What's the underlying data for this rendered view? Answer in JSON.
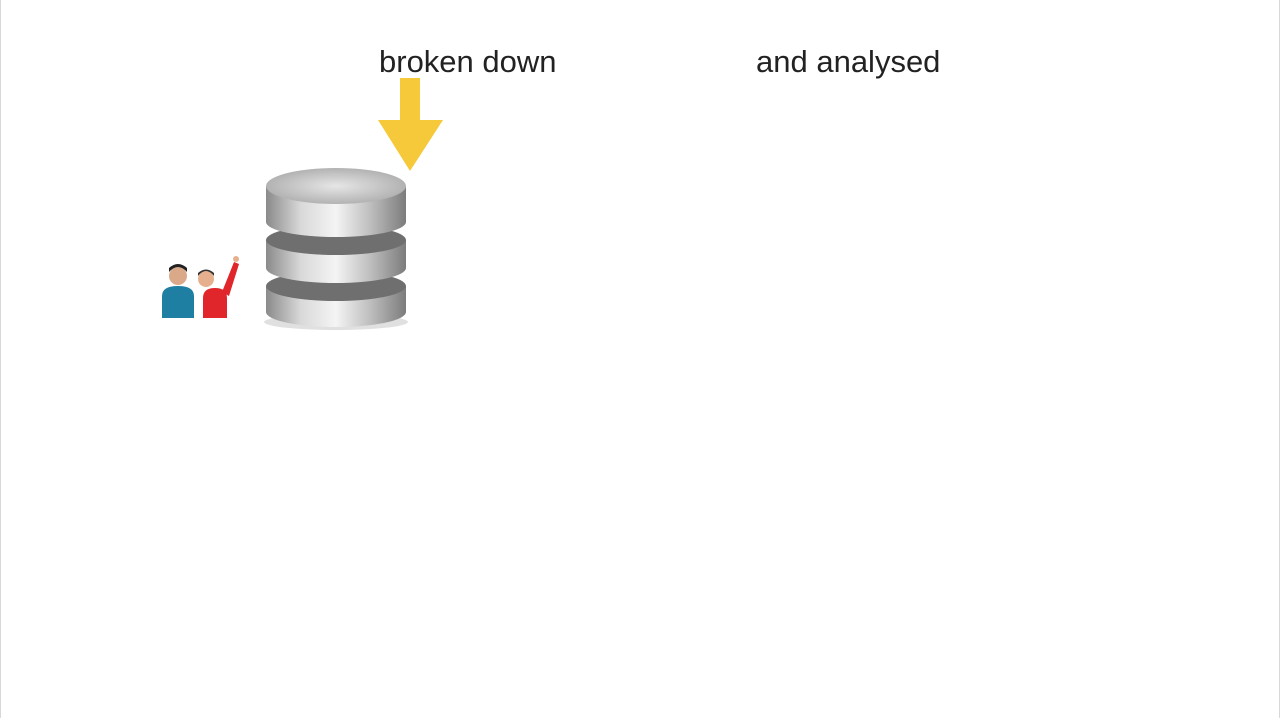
{
  "slide": {
    "captions": [
      "broken down",
      "and analysed"
    ],
    "icons": [
      "down-arrow-icon",
      "database-icon",
      "people-illustration"
    ],
    "colors": {
      "arrow": "#f6c93b",
      "text": "#222222",
      "person_left": "#1f7fa3",
      "person_right": "#e0262b"
    }
  }
}
